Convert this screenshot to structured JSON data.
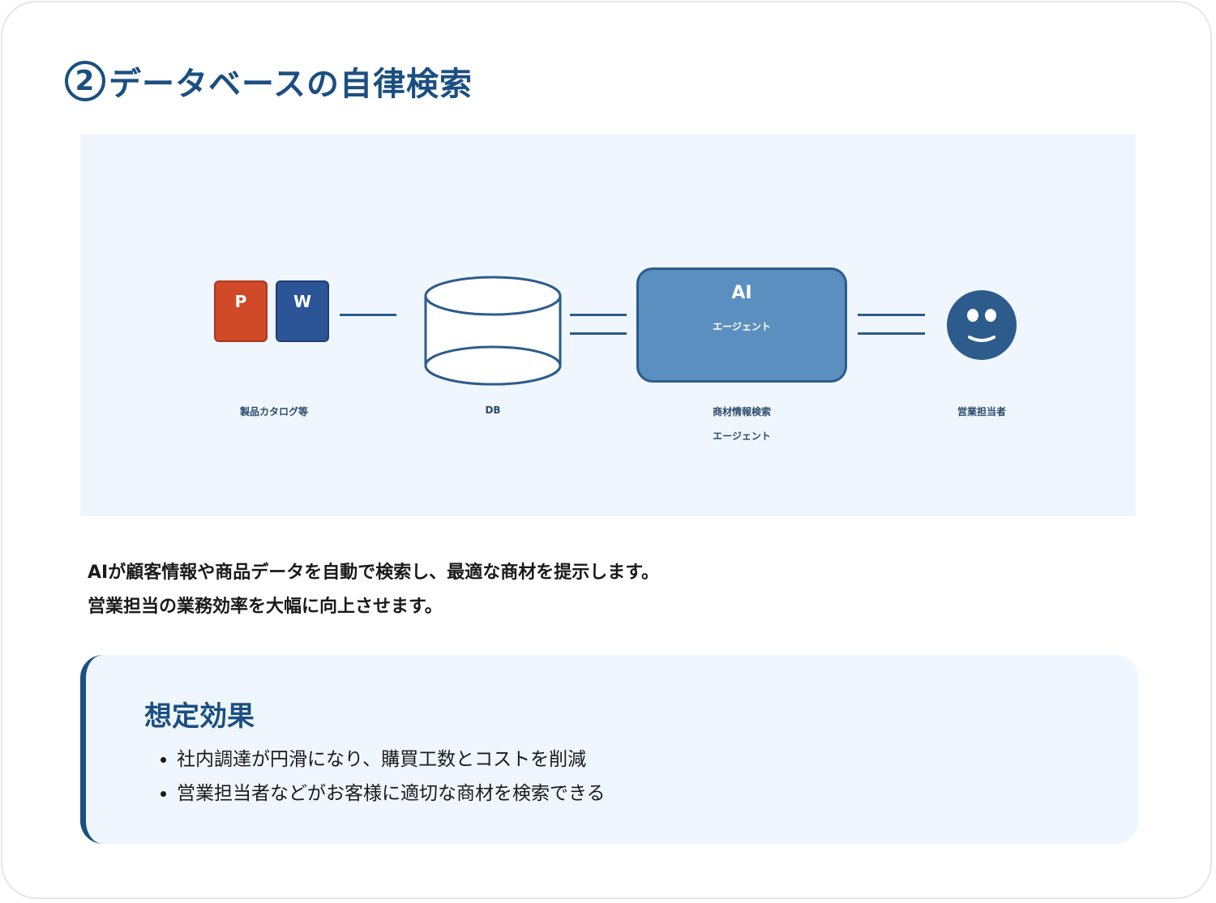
{
  "title": {
    "number": "2",
    "text": "データベースの自律検索"
  },
  "diagram": {
    "docs": [
      {
        "letter": "P",
        "color": "#d04a27"
      },
      {
        "letter": "W",
        "color": "#2c5597"
      }
    ],
    "ai_box": {
      "title": "AI",
      "subtitle": "エージェント"
    },
    "labels": {
      "docs": "製品カタログ等",
      "db": "DB",
      "agent_line1": "商材情報検索",
      "agent_line2": "エージェント",
      "user": "営業担当者"
    }
  },
  "description": [
    "AIが顧客情報や商品データを自動で検索し、最適な商材を提示します。",
    "営業担当の業務効率を大幅に向上させます。"
  ],
  "effects": {
    "heading": "想定効果",
    "items": [
      "社内調達が円滑になり、購買工数とコストを削減",
      "営業担当者などがお客様に適切な商材を検索できる"
    ]
  }
}
